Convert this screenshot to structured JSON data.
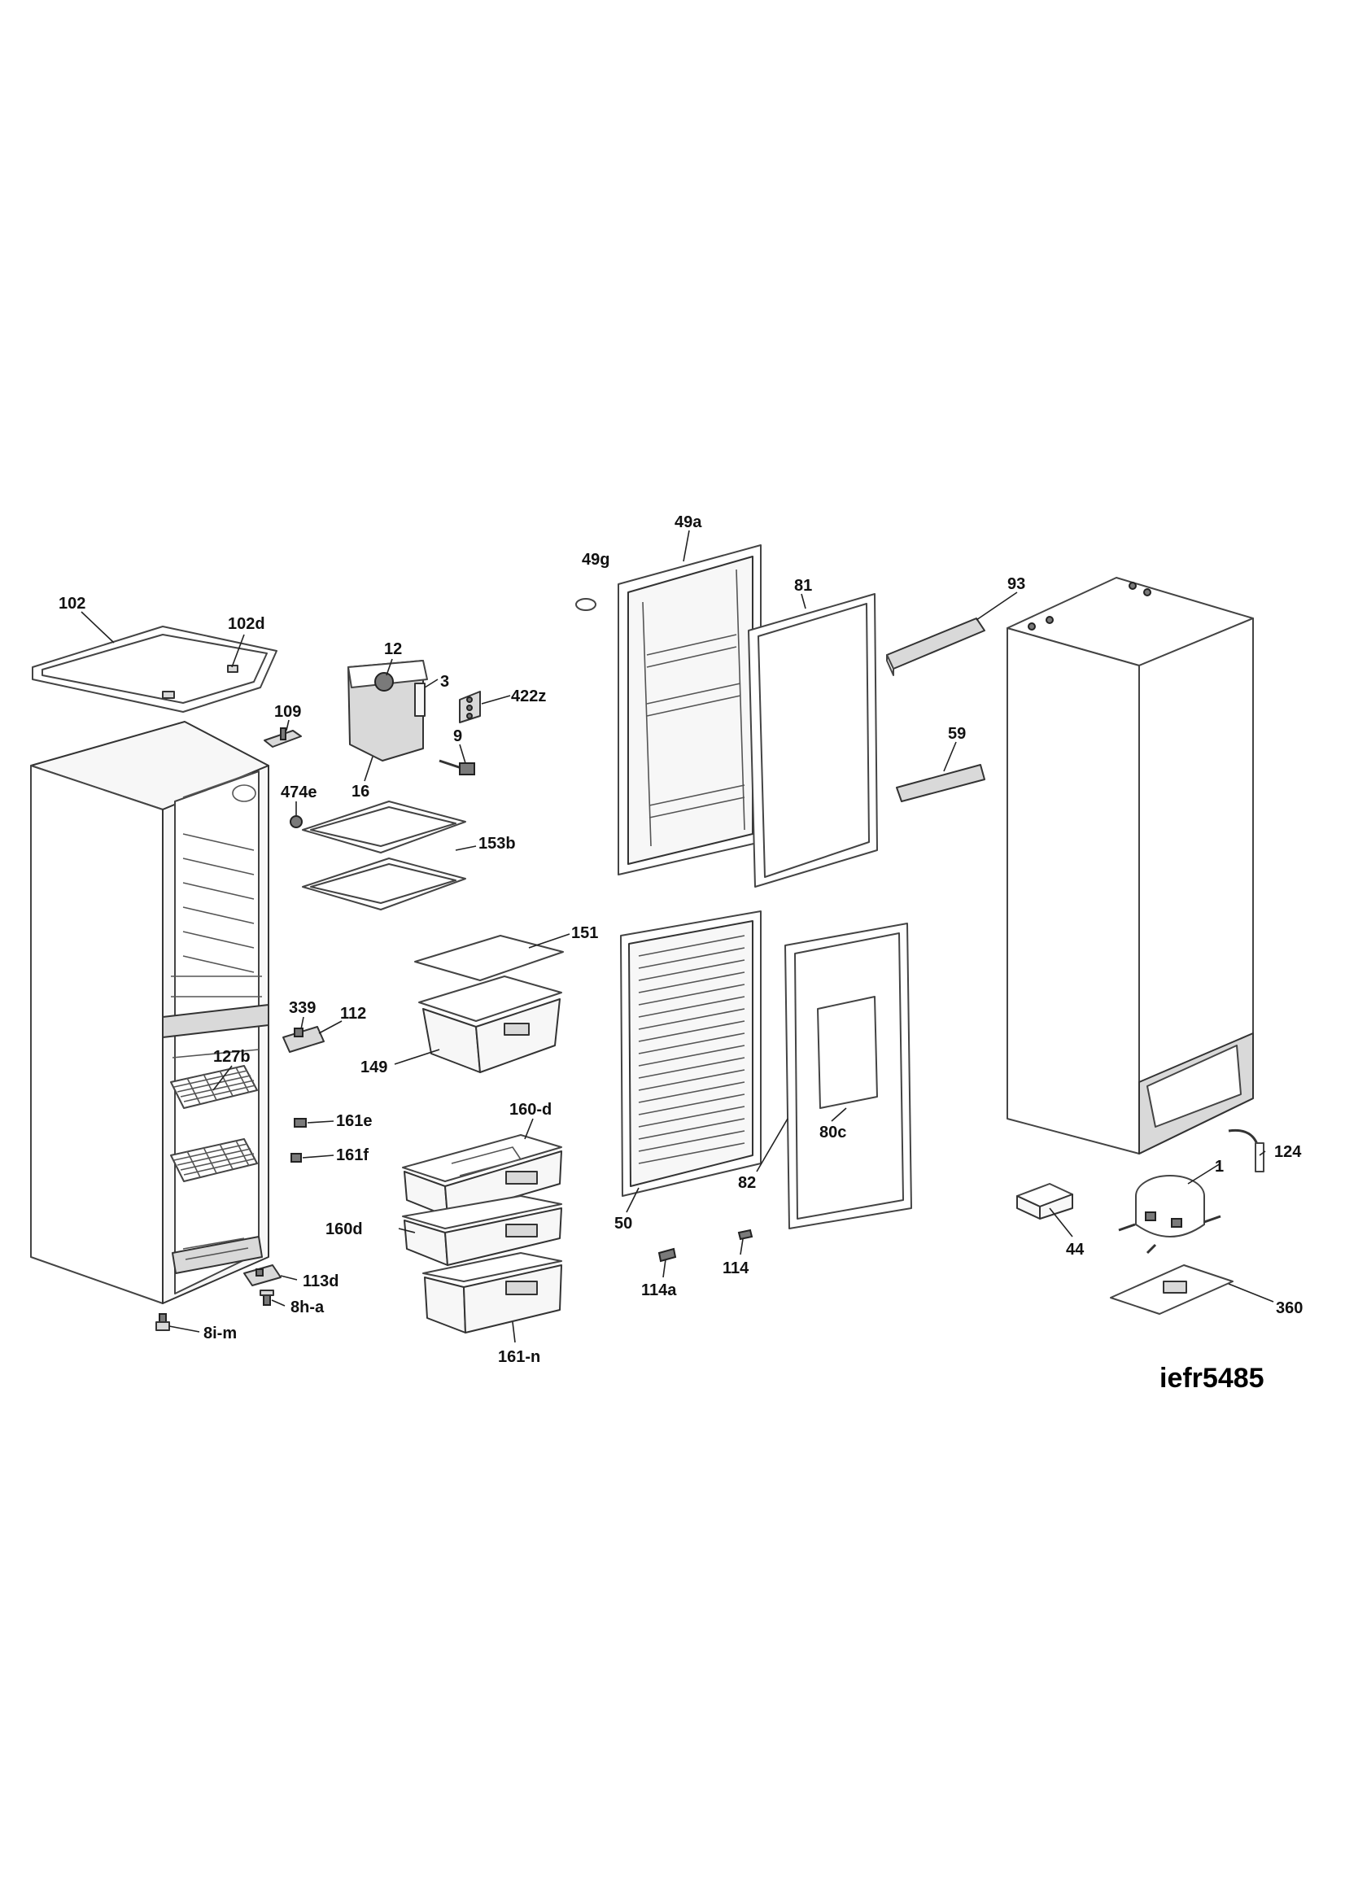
{
  "model_code": "iefr5485",
  "callouts": {
    "c102": "102",
    "c102d": "102d",
    "c109": "109",
    "c12": "12",
    "c3": "3",
    "c422z": "422z",
    "c9": "9",
    "c16": "16",
    "c474e": "474e",
    "c153b": "153b",
    "c151": "151",
    "c149": "149",
    "c339": "339",
    "c112": "112",
    "c127b": "127b",
    "c161e": "161e",
    "c161f": "161f",
    "c160_d": "160-d",
    "c160d": "160d",
    "c161_n": "161-n",
    "c113d": "113d",
    "c8h_a": "8h-a",
    "c8i_m": "8i-m",
    "c49a": "49a",
    "c49g": "49g",
    "c81": "81",
    "c93": "93",
    "c59": "59",
    "c50": "50",
    "c80c": "80c",
    "c82": "82",
    "c114a": "114a",
    "c114": "114",
    "c124": "124",
    "c1": "1",
    "c44": "44",
    "c360": "360"
  }
}
